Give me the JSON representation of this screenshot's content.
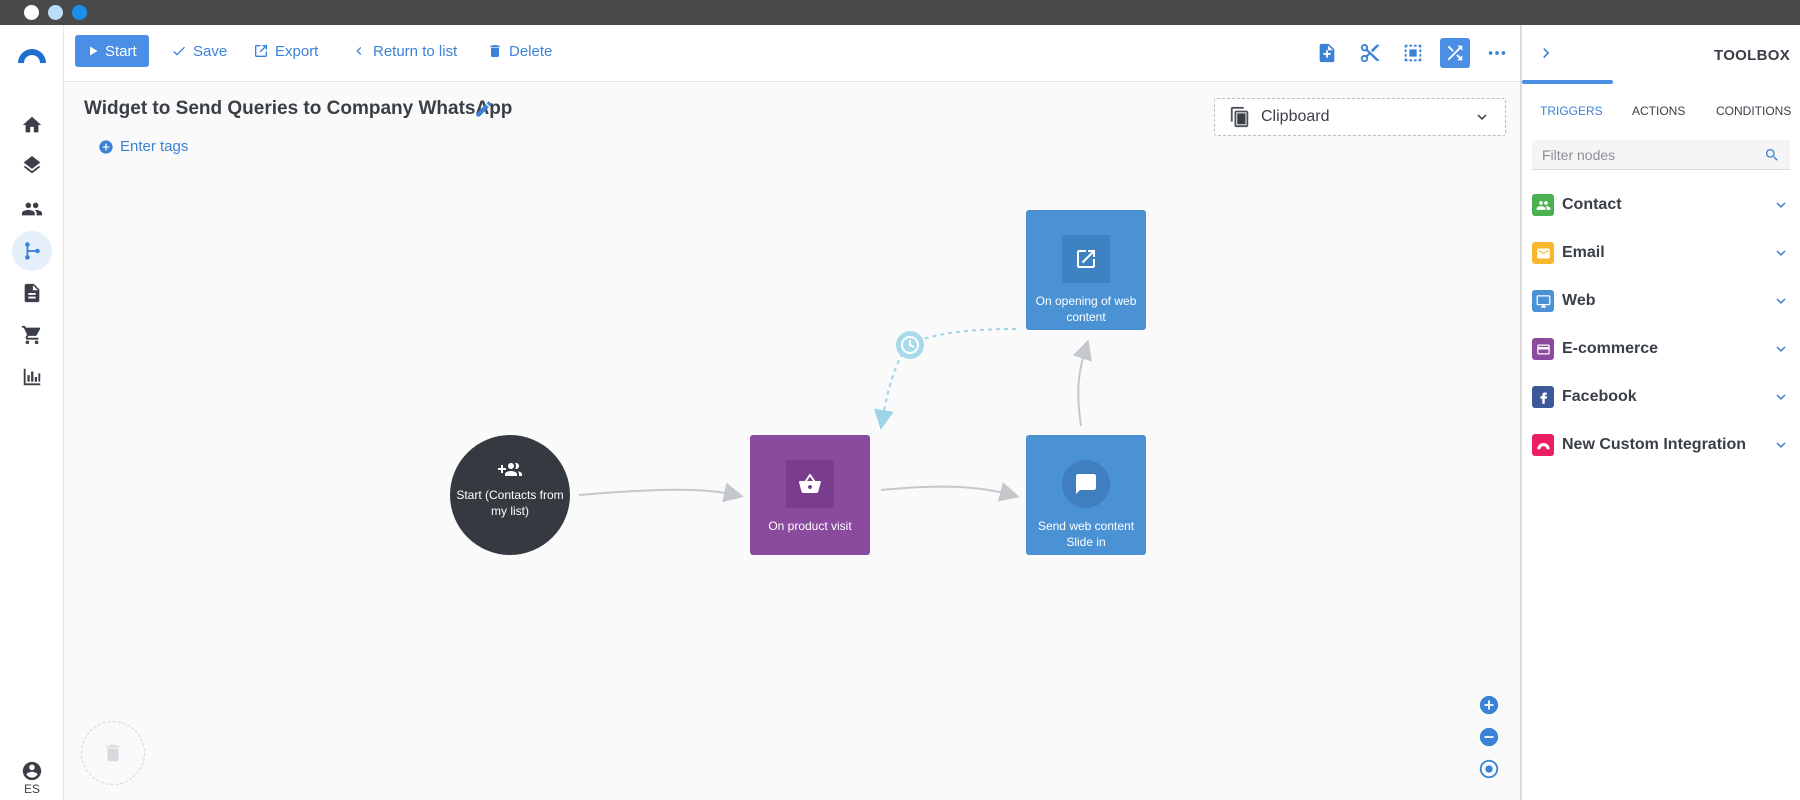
{
  "toolbar": {
    "start_label": "Start",
    "save_label": "Save",
    "export_label": "Export",
    "return_label": "Return to list",
    "delete_label": "Delete"
  },
  "flow": {
    "title": "Widget to Send Queries to Company WhatsApp",
    "tags_label": "Enter tags",
    "clipboard_label": "Clipboard"
  },
  "nodes": {
    "start": "Start (Contacts from my list)",
    "product_visit": "On product visit",
    "web_content_open": "On opening of web content",
    "send_web_content": "Send web content Slide in"
  },
  "toolbox": {
    "title": "TOOLBOX",
    "tabs": [
      "TRIGGERS",
      "ACTIONS",
      "CONDITIONS"
    ],
    "filter_placeholder": "Filter nodes",
    "categories": [
      {
        "label": "Contact",
        "color": "#4caf50",
        "icon": "people-icon"
      },
      {
        "label": "Email",
        "color": "#f5b82e",
        "icon": "envelope-icon"
      },
      {
        "label": "Web",
        "color": "#4b92d4",
        "icon": "monitor-icon"
      },
      {
        "label": "E-commerce",
        "color": "#8a4a9e",
        "icon": "card-icon"
      },
      {
        "label": "Facebook",
        "color": "#3b5998",
        "icon": "facebook-icon"
      },
      {
        "label": "New Custom Integration",
        "color": "#e91e63",
        "icon": "integration-icon"
      }
    ]
  },
  "nav": {
    "language": "ES"
  },
  "colors": {
    "accent": "#3b82d6",
    "primary_button": "#4b8ee6",
    "node_purple": "#8a4a9e",
    "node_blue": "#4b92d4",
    "node_dark": "#343a40"
  }
}
